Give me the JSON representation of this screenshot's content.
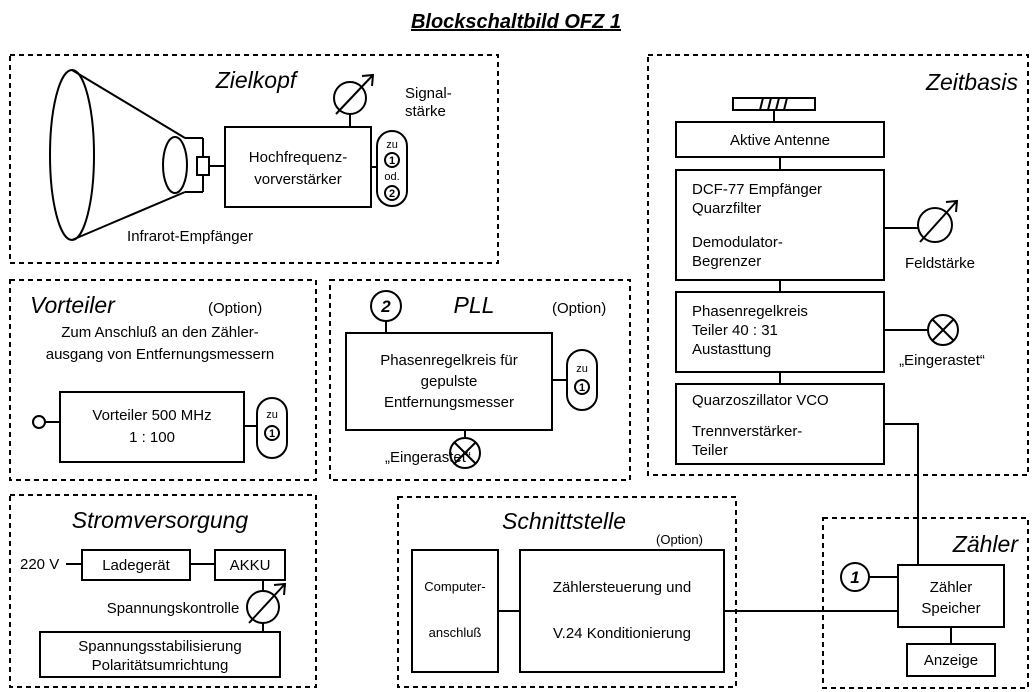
{
  "title": "Blockschaltbild  OFZ 1",
  "zielkopf": {
    "title": "Zielkopf",
    "signal_label_1": "Signal-",
    "signal_label_2": "stärke",
    "amp_line_1": "Hochfrequenz-",
    "amp_line_2": "vorverstärker",
    "pill_zu": "zu",
    "pill_n1": "1",
    "pill_od": "od.",
    "pill_n2": "2",
    "ir_label": "Infrarot-Empfänger"
  },
  "vorteiler": {
    "title": "Vorteiler",
    "option": "(Option)",
    "desc_1": "Zum Anschluß an den Zähler-",
    "desc_2": "ausgang von Entfernungsmessern",
    "box_1": "Vorteiler 500 MHz",
    "box_2": "1 : 100",
    "pill_zu": "zu",
    "pill_n": "1"
  },
  "pll": {
    "title": "PLL",
    "option": "(Option)",
    "num": "2",
    "box_1": "Phasenregelkreis für",
    "box_2": "gepulste",
    "box_3": "Entfernungsmesser",
    "pill_zu": "zu",
    "pill_n": "1",
    "lamp_label": "„Eingerastet“"
  },
  "zeitbasis": {
    "title": "Zeitbasis",
    "antenna": "Aktive Antenne",
    "dcf_1": "DCF-77 Empfänger",
    "dcf_2": "Quarzfilter",
    "dcf_3": "Demodulator-",
    "dcf_4": "Begrenzer",
    "feld_label": "Feldstärke",
    "phase_1": "Phasenregelkreis",
    "phase_2": "Teiler  40 : 31",
    "phase_3": "Austasttung",
    "lamp_label": "„Eingerastet“",
    "quarz_1": "Quarzoszillator VCO",
    "quarz_2": "Trennverstärker-",
    "quarz_3": "Teiler"
  },
  "strom": {
    "title": "Stromversorgung",
    "v220": "220 V",
    "lade": "Ladegerät",
    "akku": "AKKU",
    "kontrolle": "Spannungskontrolle",
    "stab_1": "Spannungsstabilisierung",
    "stab_2": "Polaritätsumrichtung"
  },
  "schnitt": {
    "title": "Schnittstelle",
    "option": "(Option)",
    "comp_1": "Computer-",
    "comp_2": "anschluß",
    "z_1": "Zählersteuerung und",
    "z_2": "V.24 Konditionierung"
  },
  "zaehler": {
    "title": "Zähler",
    "num": "1",
    "box_1": "Zähler",
    "box_2": "Speicher",
    "anzeige": "Anzeige"
  }
}
